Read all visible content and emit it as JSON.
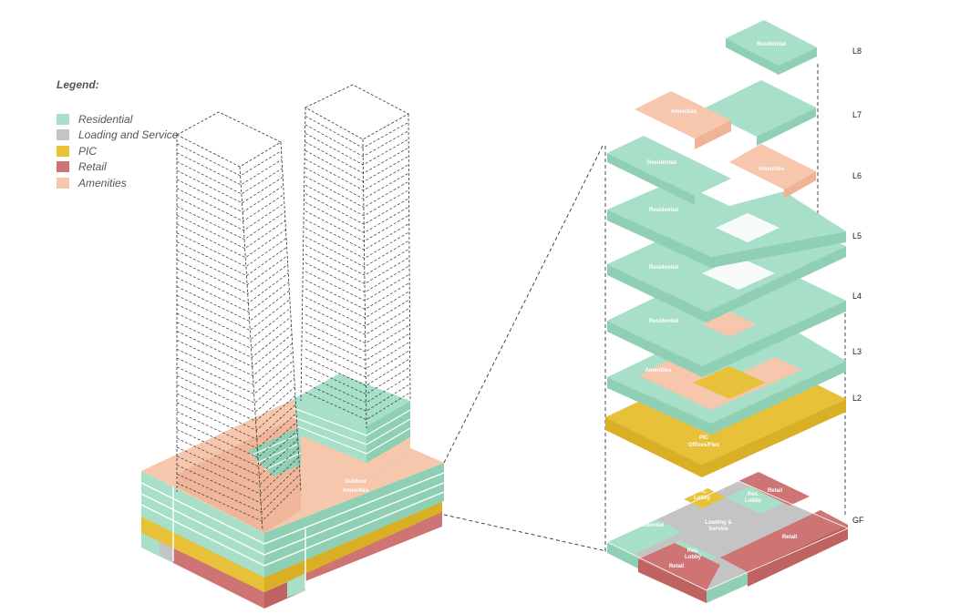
{
  "legend": {
    "title": "Legend:",
    "items": [
      {
        "label": "Residential",
        "color": "#a8dfc9"
      },
      {
        "label": "Loading and Service",
        "color": "#c4c4c4"
      },
      {
        "label": "PIC",
        "color": "#e7c13a"
      },
      {
        "label": "Retail",
        "color": "#cf7474"
      },
      {
        "label": "Amenities",
        "color": "#f6c6ad"
      }
    ]
  },
  "levels": [
    "L8",
    "L7",
    "L6",
    "L5",
    "L4",
    "L3",
    "L2",
    "GF"
  ],
  "labels": {
    "l8_res": "Residential",
    "l7_amen": "Amenities",
    "l6_res": "Residential",
    "l6_amen": "Amenities",
    "l5_res": "Residential",
    "l4_res": "Residential",
    "l3_res": "Residential",
    "l2_amen": "Amenities",
    "pic_line1": "PIC",
    "pic_line2": "Offices/Flex",
    "pic_lobby_1": "PIC",
    "pic_lobby_2": "Lobby",
    "res_lobby_1": "Res.",
    "res_lobby_2": "Lobby",
    "retail_a": "Retail",
    "retail_b": "Retail",
    "retail_c": "Retail",
    "loading_1": "Loading &",
    "loading_2": "Service",
    "gf_res": "Residential",
    "res_lobby2_1": "Res.",
    "res_lobby2_2": "Lobby",
    "outdoor_1": "Outdoor",
    "outdoor_2": "Amenities"
  },
  "colors": {
    "residential": "#a8dfc9",
    "residential_side": "#8fd0b5",
    "loading": "#c4c4c4",
    "pic": "#e7c13a",
    "pic_side": "#d9af25",
    "retail": "#cf7474",
    "retail_side": "#bf6262",
    "amenities": "#f6c6ad",
    "amenities_side": "#efb396",
    "line": "#ffffff",
    "dash": "#333333"
  }
}
